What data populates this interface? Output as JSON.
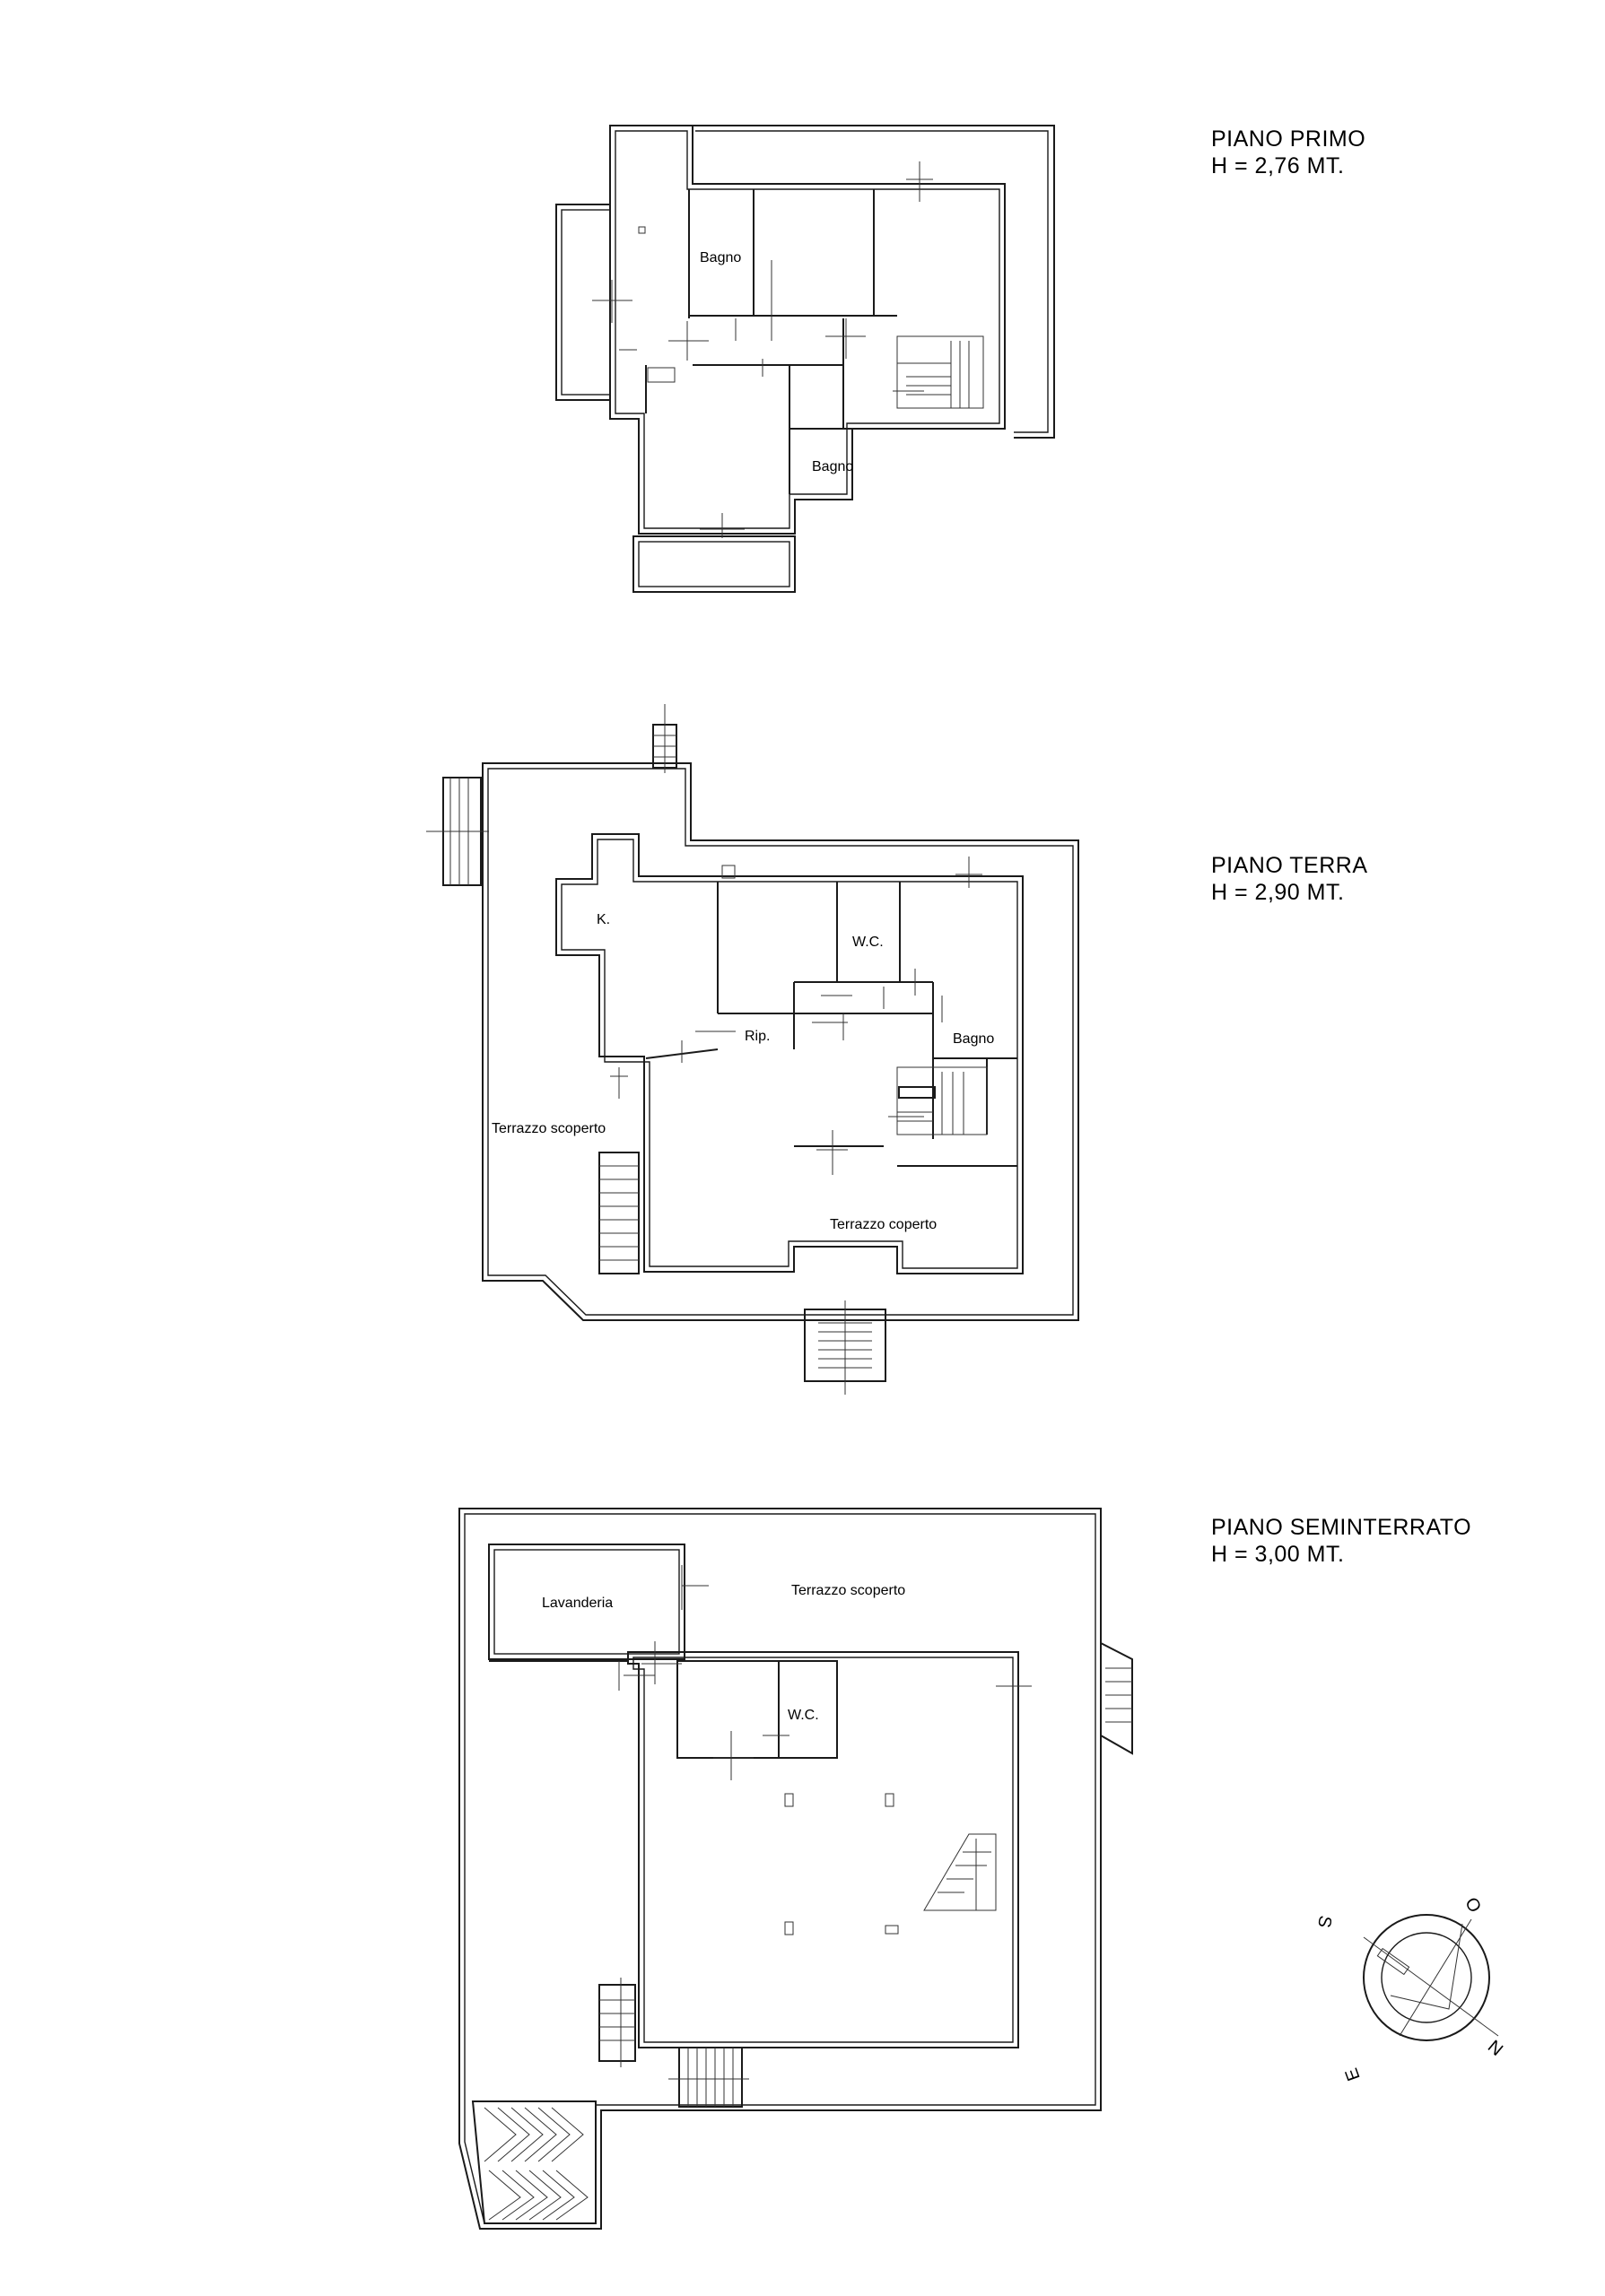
{
  "floors": {
    "primo": {
      "title": "PIANO PRIMO",
      "height": "H = 2,76 MT.",
      "rooms": [
        "Bagno",
        "Bagno"
      ]
    },
    "terra": {
      "title": "PIANO TERRA",
      "height": "H = 2,90 MT.",
      "rooms": [
        "K.",
        "W.C.",
        "Rip.",
        "Bagno",
        "Terrazzo scoperto",
        "Terrazzo coperto"
      ]
    },
    "seminterrato": {
      "title": "PIANO SEMINTERRATO",
      "height": "H = 3,00 MT.",
      "rooms": [
        "Lavanderia",
        "Terrazzo scoperto",
        "W.C."
      ]
    }
  },
  "compass": {
    "labels": [
      "S",
      "O",
      "N",
      "E"
    ]
  }
}
